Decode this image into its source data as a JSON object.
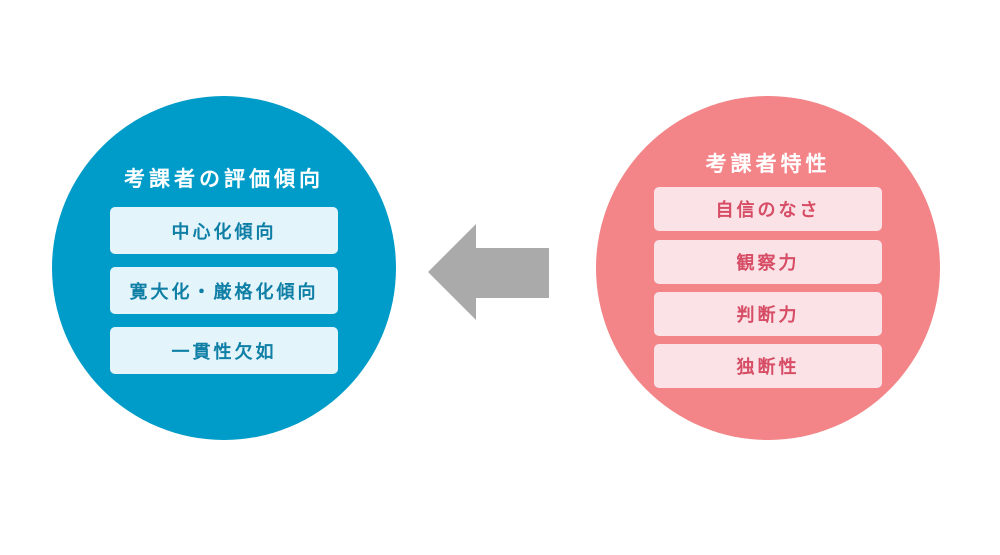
{
  "left": {
    "title": "考課者の評価傾向",
    "items": [
      "中心化傾向",
      "寛大化・厳格化傾向",
      "一貫性欠如"
    ]
  },
  "right": {
    "title": "考課者特性",
    "items": [
      "自信のなさ",
      "観察力",
      "判断力",
      "独断性"
    ]
  },
  "colors": {
    "left_circle": "#009cc9",
    "right_circle": "#f38487",
    "arrow": "#aaaaaa"
  }
}
